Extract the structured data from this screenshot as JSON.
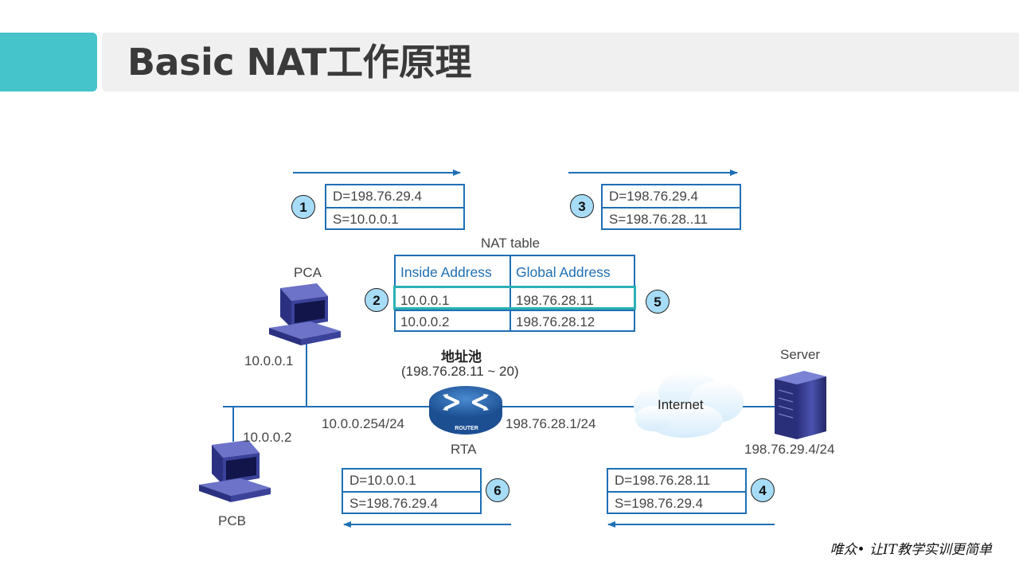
{
  "title": "Basic NAT工作原理",
  "nat_table": {
    "caption": "NAT table",
    "headers": [
      "Inside Address",
      "Global Address"
    ],
    "rows": [
      [
        "10.0.0.1",
        "198.76.28.11"
      ],
      [
        "10.0.0.2",
        "198.76.28.12"
      ]
    ]
  },
  "packets": {
    "p1": {
      "step": "1",
      "dest": "D=198.76.29.4",
      "src": "S=10.0.0.1"
    },
    "p3": {
      "step": "3",
      "dest": "D=198.76.29.4",
      "src": "S=198.76.28..11"
    },
    "p4": {
      "step": "4",
      "dest": "D=198.76.28.11",
      "src": "S=198.76.29.4"
    },
    "p6": {
      "step": "6",
      "dest": "D=10.0.0.1",
      "src": "S=198.76.29.4"
    }
  },
  "steps": {
    "s2": "2",
    "s5": "5"
  },
  "devices": {
    "pca": {
      "name": "PCA",
      "ip": "10.0.0.1"
    },
    "pcb": {
      "name": "PCB",
      "ip": "10.0.0.2"
    },
    "router": {
      "name": "RTA",
      "badge": "ROUTER",
      "inside_ip": "10.0.0.254/24",
      "outside_ip": "198.76.28.1/24"
    },
    "server": {
      "name": "Server",
      "ip": "198.76.29.4/24"
    },
    "cloud": {
      "name": "Internet"
    }
  },
  "pool": {
    "title": "地址池",
    "range": "(198.76.28.11 ~ 20)"
  },
  "footer": "唯众• 让IT教学实训更简单",
  "colors": {
    "accent": "#45c4cc",
    "line": "#1f6fb5",
    "highlight": "#2ab1b5",
    "step_fill": "#a7dcf7"
  }
}
